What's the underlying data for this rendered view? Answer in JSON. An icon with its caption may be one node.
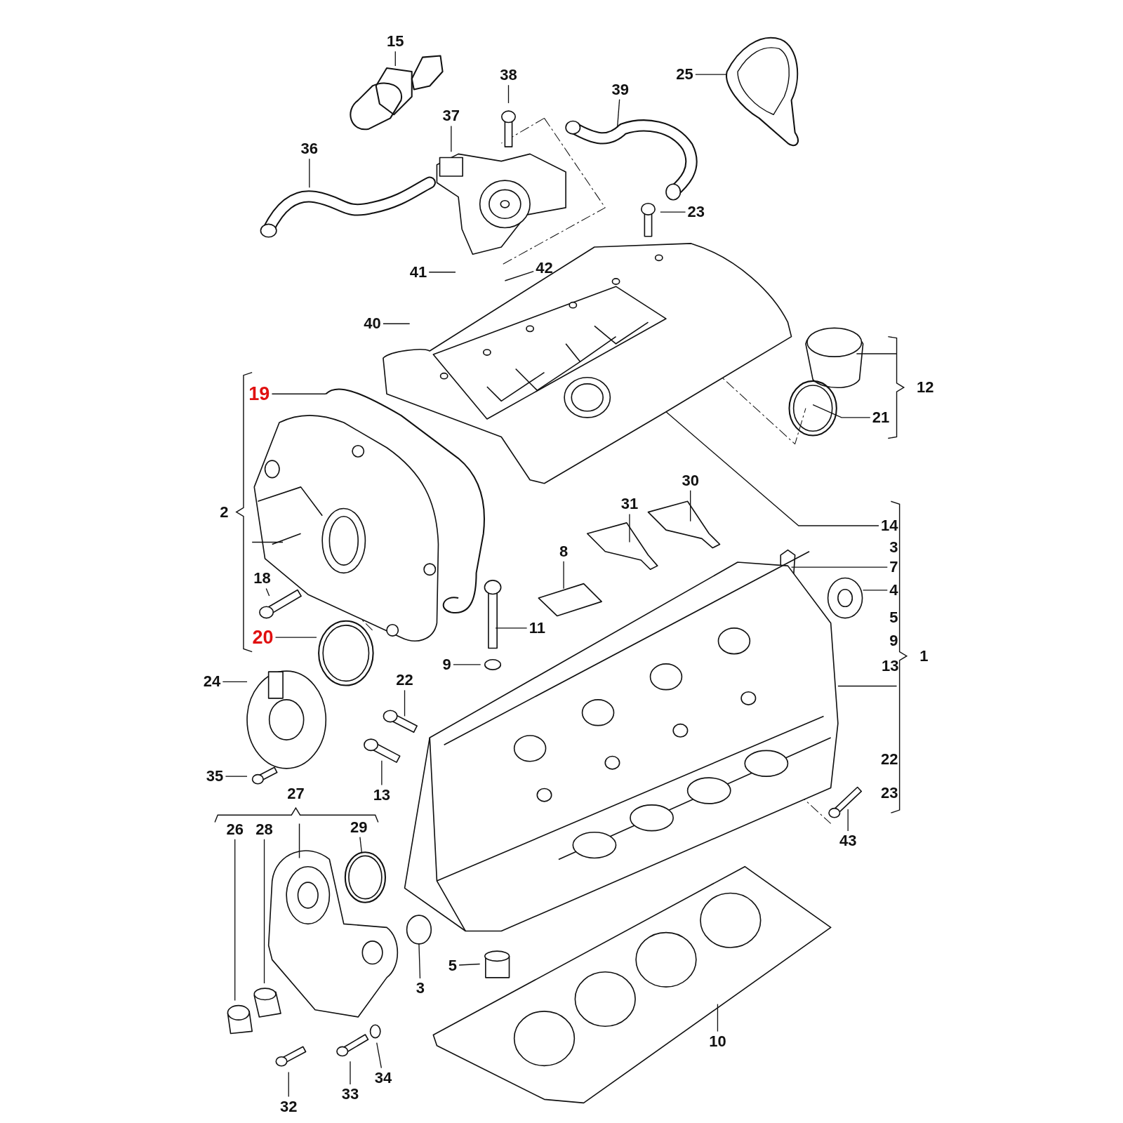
{
  "diagram": {
    "nodes": [
      {
        "text": [
          "15"
        ]
      },
      {
        "text": [
          "38"
        ]
      },
      {
        "text": [
          "37"
        ]
      },
      {
        "text": [
          "39"
        ]
      },
      {
        "text": [
          "25"
        ]
      },
      {
        "text": [
          "36"
        ]
      },
      {
        "text": [
          "23"
        ]
      },
      {
        "text": [
          "42"
        ]
      },
      {
        "text": [
          "41"
        ]
      },
      {
        "text": [
          "40"
        ]
      },
      {
        "text": [
          "19"
        ]
      },
      {
        "text": [
          "21"
        ]
      },
      {
        "text": [
          "30"
        ]
      },
      {
        "text": [
          "31"
        ]
      },
      {
        "text": [
          "14"
        ]
      },
      {
        "text": [
          "8"
        ]
      },
      {
        "text": [
          "7"
        ]
      },
      {
        "text": [
          "18"
        ]
      },
      {
        "text": [
          "4"
        ]
      },
      {
        "text": [
          "11"
        ]
      },
      {
        "text": [
          "20"
        ]
      },
      {
        "text": [
          "9"
        ]
      },
      {
        "text": [
          "22"
        ]
      },
      {
        "text": [
          "24"
        ]
      },
      {
        "text": [
          "13"
        ]
      },
      {
        "text": [
          "35"
        ]
      },
      {
        "text": [
          "43"
        ]
      },
      {
        "text": [
          "29"
        ]
      },
      {
        "text": [
          "26"
        ]
      },
      {
        "text": [
          "28"
        ]
      },
      {
        "text": [
          "3"
        ]
      },
      {
        "text": [
          "5"
        ]
      },
      {
        "text": [
          "10"
        ]
      },
      {
        "text": [
          "34"
        ]
      },
      {
        "text": [
          "33"
        ]
      },
      {
        "text": [
          "32"
        ]
      }
    ],
    "edges": [
      {
        "from": 0,
        "to": null,
        "arrow": "none"
      },
      {
        "from": 1,
        "to": null,
        "arrow": "none"
      },
      {
        "from": 2,
        "to": null,
        "arrow": "none"
      },
      {
        "from": 3,
        "to": null,
        "arrow": "none"
      },
      {
        "from": 4,
        "to": null,
        "arrow": "none"
      },
      {
        "from": 5,
        "to": null,
        "arrow": "none"
      },
      {
        "from": 6,
        "to": null,
        "arrow": "none"
      },
      {
        "from": 7,
        "to": null,
        "arrow": "none"
      },
      {
        "from": 8,
        "to": null,
        "arrow": "none"
      },
      {
        "from": 9,
        "to": null,
        "arrow": "none"
      },
      {
        "from": 10,
        "to": null,
        "arrow": "none"
      },
      {
        "from": 11,
        "to": null,
        "arrow": "none"
      },
      {
        "from": 12,
        "to": null,
        "arrow": "none"
      },
      {
        "from": 13,
        "to": null,
        "arrow": "none"
      },
      {
        "from": 14,
        "to": null,
        "arrow": "none"
      },
      {
        "from": 15,
        "to": null,
        "arrow": "none"
      },
      {
        "from": 16,
        "to": null,
        "arrow": "none"
      },
      {
        "from": 17,
        "to": null,
        "arrow": "none"
      },
      {
        "from": 18,
        "to": null,
        "arrow": "none"
      },
      {
        "from": 19,
        "to": null,
        "arrow": "none"
      },
      {
        "from": 20,
        "to": null,
        "arrow": "none"
      },
      {
        "from": 21,
        "to": null,
        "arrow": "none"
      },
      {
        "from": 22,
        "to": null,
        "arrow": "none"
      },
      {
        "from": 23,
        "to": null,
        "arrow": "none"
      },
      {
        "from": 24,
        "to": null,
        "arrow": "none"
      },
      {
        "from": 25,
        "to": null,
        "arrow": "none"
      },
      {
        "from": 26,
        "to": null,
        "arrow": "none"
      },
      {
        "from": 27,
        "to": null,
        "arrow": "none"
      },
      {
        "from": 28,
        "to": null,
        "arrow": "none"
      },
      {
        "from": 29,
        "to": null,
        "arrow": "none"
      },
      {
        "from": 30,
        "to": null,
        "arrow": "none"
      },
      {
        "from": 31,
        "to": null,
        "arrow": "none"
      },
      {
        "from": 32,
        "to": null,
        "arrow": "none"
      },
      {
        "from": 33,
        "to": null,
        "arrow": "none"
      },
      {
        "from": 34,
        "to": null,
        "arrow": "none"
      },
      {
        "from": 35,
        "to": null,
        "arrow": "none"
      }
    ],
    "labels": [
      "12",
      "2",
      "3",
      "5",
      "9",
      "1",
      "13",
      "22",
      "23",
      "27"
    ]
  }
}
